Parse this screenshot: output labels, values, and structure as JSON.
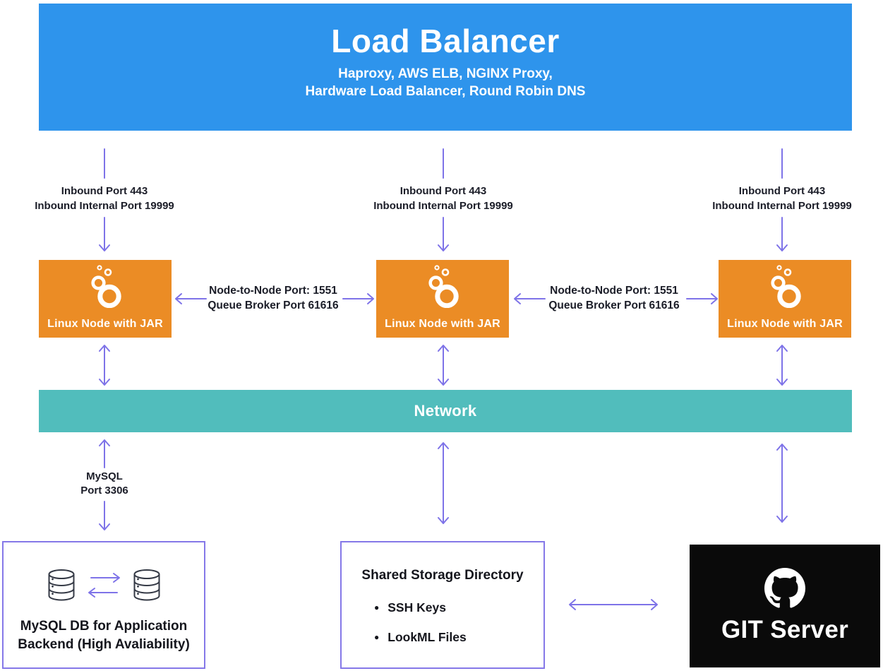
{
  "load_balancer": {
    "title": "Load Balancer",
    "subtitle_line1": "Haproxy, AWS ELB, NGINX Proxy,",
    "subtitle_line2": "Hardware Load Balancer, Round Robin DNS"
  },
  "inbound": {
    "line1": "Inbound Port 443",
    "line2": "Inbound Internal Port 19999"
  },
  "node": {
    "label": "Linux Node with JAR"
  },
  "node_link": {
    "line1": "Node-to-Node Port: 1551",
    "line2": "Queue Broker Port 61616"
  },
  "network": {
    "label": "Network"
  },
  "mysql_link": {
    "line1": "MySQL",
    "line2": "Port 3306"
  },
  "mysql_box": {
    "line1": "MySQL DB for Application",
    "line2": "Backend (High Avaliability)"
  },
  "shared_storage": {
    "title": "Shared Storage Directory",
    "items": [
      "SSH Keys",
      "LookML Files"
    ]
  },
  "git": {
    "label": "GIT Server"
  },
  "icons": {
    "node_icon": "looker-icon",
    "db_icon": "database-icon",
    "git_icon": "github-icon"
  },
  "colors": {
    "banner_blue": "#2E94EC",
    "node_orange": "#EB8C25",
    "network_teal": "#51BDBC",
    "arrow_purple": "#7E73E8",
    "git_black": "#0a0a0a",
    "box_border_purple": "#8578E8",
    "text_dark": "#1b1d28"
  }
}
